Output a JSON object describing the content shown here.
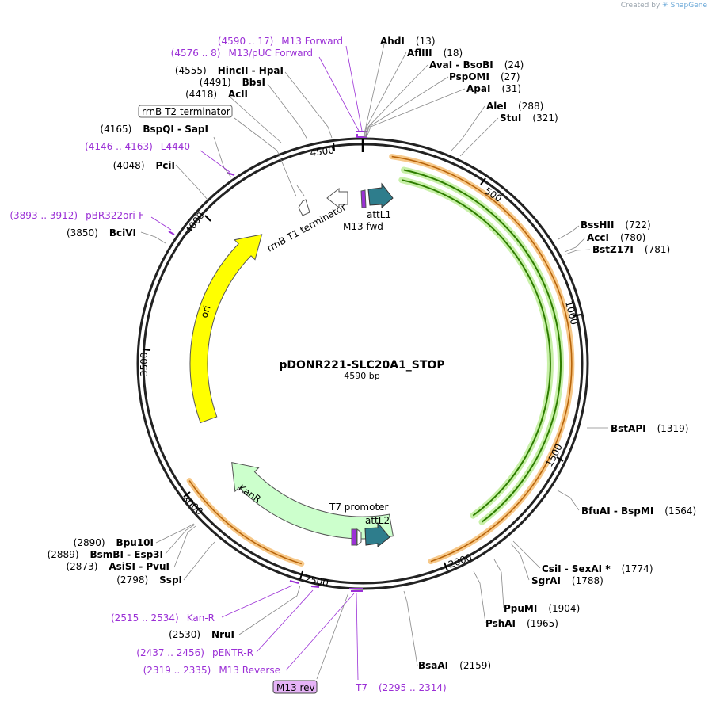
{
  "credit": {
    "prefix": "Created by",
    "brand": "SnapGene"
  },
  "plasmid": {
    "name": "pDONR221-SLC20A1_STOP",
    "length_label": "4590 bp",
    "length": 4590
  },
  "ticks": [
    "500",
    "1000",
    "1500",
    "2000",
    "2500",
    "3000",
    "3500",
    "4000",
    "4500"
  ],
  "enzymes": [
    {
      "name": "AhdI",
      "pos": "(13)"
    },
    {
      "name": "AflIII",
      "pos": "(18)"
    },
    {
      "name": "AvaI  - BsoBI",
      "pos": "(24)"
    },
    {
      "name": "PspOMI",
      "pos": "(27)"
    },
    {
      "name": "ApaI",
      "pos": "(31)"
    },
    {
      "name": "AleI",
      "pos": "(288)"
    },
    {
      "name": "StuI",
      "pos": "(321)"
    },
    {
      "name": "BssHII",
      "pos": "(722)"
    },
    {
      "name": "AccI",
      "pos": "(780)"
    },
    {
      "name": "BstZ17I",
      "pos": "(781)"
    },
    {
      "name": "BstAPI",
      "pos": "(1319)"
    },
    {
      "name": "BfuAI  - BspMI",
      "pos": "(1564)"
    },
    {
      "name": "CsiI  - SexAI *",
      "pos": "(1774)"
    },
    {
      "name": "SgrAI",
      "pos": "(1788)"
    },
    {
      "name": "PpuMI",
      "pos": "(1904)"
    },
    {
      "name": "PshAI",
      "pos": "(1965)"
    },
    {
      "name": "BsaAI",
      "pos": "(2159)"
    },
    {
      "name": "NruI",
      "pos": "(2530)"
    },
    {
      "name": "SspI",
      "pos": "(2798)"
    },
    {
      "name": "AsiSI  - PvuI",
      "pos": "(2873)"
    },
    {
      "name": "BsmBI  - Esp3I",
      "pos": "(2889)"
    },
    {
      "name": "Bpu10I",
      "pos": "(2890)"
    },
    {
      "name": "BciVI",
      "pos": "(3850)"
    },
    {
      "name": "PciI",
      "pos": "(4048)"
    },
    {
      "name": "BspQI  - SapI",
      "pos": "(4165)"
    },
    {
      "name": "AclI",
      "pos": "(4418)"
    },
    {
      "name": "BbsI",
      "pos": "(4491)"
    },
    {
      "name": "HincII  - HpaI",
      "pos": "(4555)"
    }
  ],
  "primers": [
    {
      "range": "(4590 .. 17)",
      "name": "M13 Forward"
    },
    {
      "range": "(4576 .. 8)",
      "name": "M13/pUC Forward"
    },
    {
      "range": "(4146 .. 4163)",
      "name": "L4440"
    },
    {
      "range": "(3893 .. 3912)",
      "name": "pBR322ori-F"
    },
    {
      "range": "(2515 .. 2534)",
      "name": "Kan-R"
    },
    {
      "range": "(2437 .. 2456)",
      "name": "pENTR-R"
    },
    {
      "range": "(2319 .. 2335)",
      "name": "M13 Reverse"
    },
    {
      "range": "(2295 .. 2314)",
      "name": "T7"
    }
  ],
  "boxed_labels": {
    "rrnb_t2": "rrnB T2 terminator",
    "m13_rev": "M13 rev"
  },
  "features": {
    "rrnb_t1": "rrnB T1 terminator",
    "attl1": "attL1",
    "m13_fwd": "M13 fwd",
    "t7_promoter": "T7 promoter",
    "attl2": "attL2",
    "ori": "ori",
    "kanr": "KanR"
  },
  "colors": {
    "backbone": "#222222",
    "primer": "#9b30d6",
    "ori": "#ffff00",
    "kanr": "#ccffcc",
    "att": "#2e7d8c",
    "orf_outline": "#f0a030",
    "orf_fill": "#fbe4c0",
    "green_line": "#2e8b00",
    "green_halo": "#c8f0a8",
    "m13rev_box": "#e6b3f7"
  }
}
